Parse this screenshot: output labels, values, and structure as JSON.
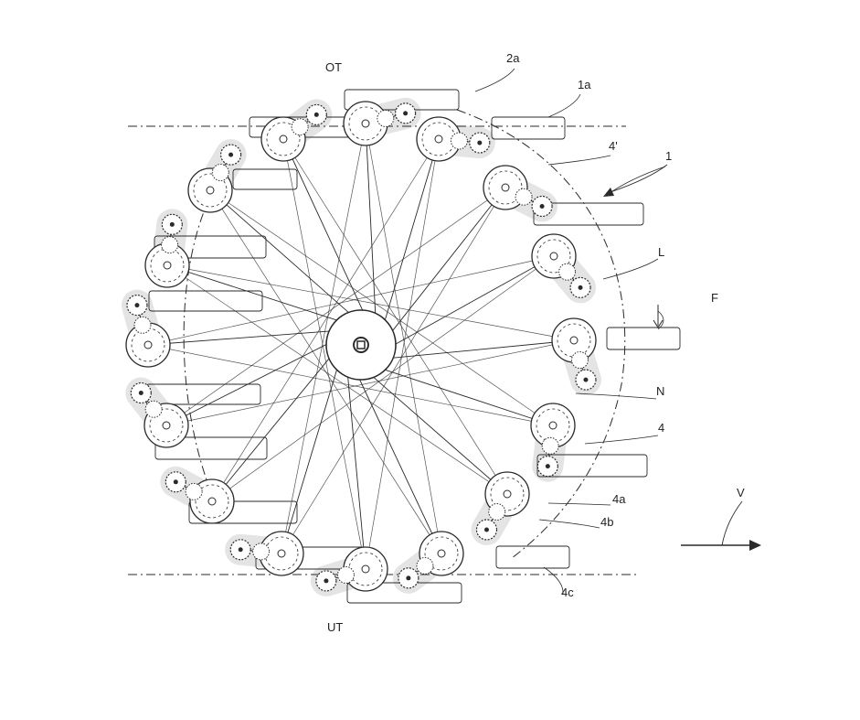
{
  "figure": {
    "labels": {
      "ot": "OT",
      "ut": "UT",
      "l2a": "2a",
      "l1a": "1a",
      "l4p": "4'",
      "l1": "1",
      "lL": "L",
      "lF": "F",
      "lN": "N",
      "l4": "4",
      "l4a": "4a",
      "l4b": "4b",
      "l4c": "4c",
      "lV": "V"
    },
    "colors": {
      "ink": "#2a2a2a",
      "paper": "#ffffff"
    },
    "gear_unit_count": 16
  }
}
